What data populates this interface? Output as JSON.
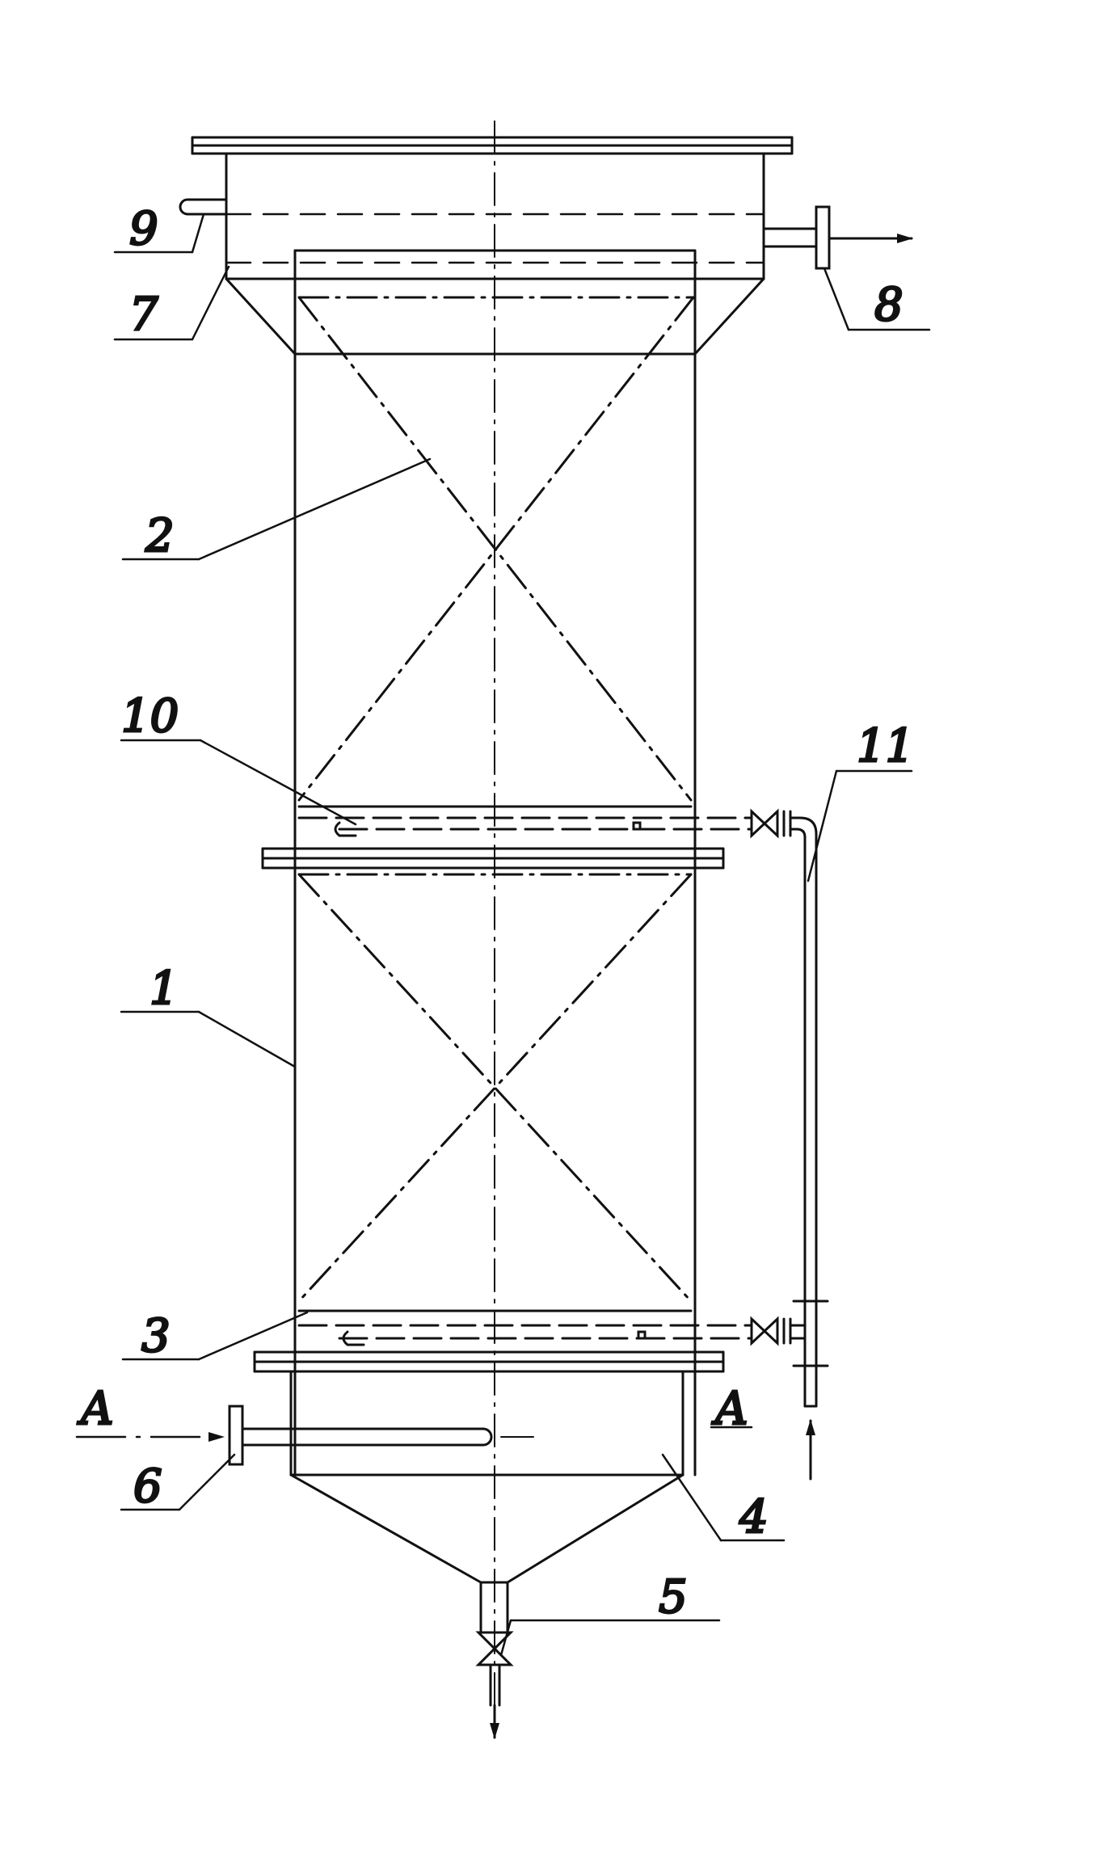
{
  "colors": {
    "ink": "#111111",
    "background": "#ffffff"
  },
  "labels": {
    "n1": "1",
    "n2": "2",
    "n3": "3",
    "n4": "4",
    "n5": "5",
    "n6": "6",
    "n7": "7",
    "n8": "8",
    "n9": "9",
    "n10": "10",
    "n11": "11",
    "section_left": "A",
    "section_right": "A"
  }
}
